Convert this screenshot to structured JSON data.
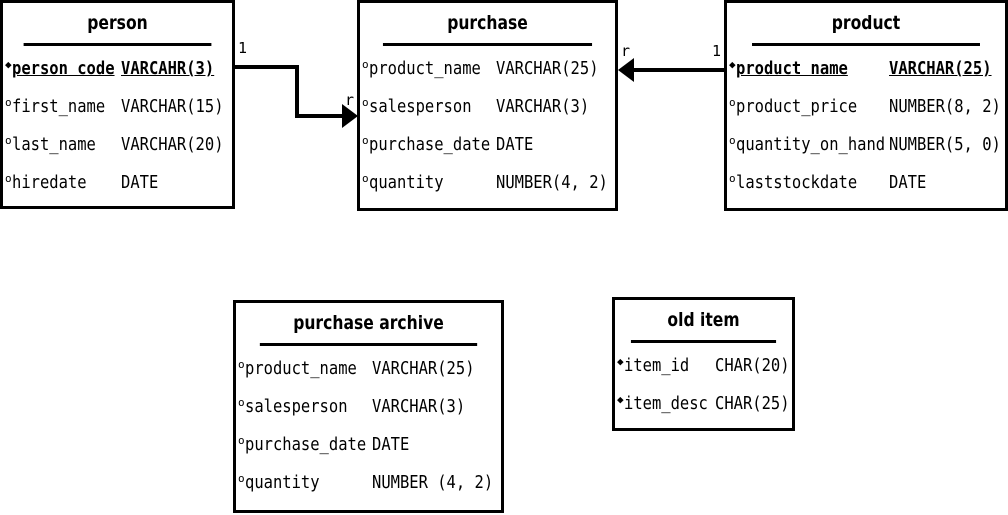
{
  "entities": {
    "person": {
      "title": "person",
      "rows": [
        {
          "name": "person code",
          "type": "VARCAHR(3)",
          "key": true,
          "bullet": "◆"
        },
        {
          "name": "first_name",
          "type": "VARCHAR(15)",
          "key": false,
          "bullet": "o"
        },
        {
          "name": "last_name",
          "type": "VARCHAR(20)",
          "key": false,
          "bullet": "o"
        },
        {
          "name": "hiredate",
          "type": "DATE",
          "key": false,
          "bullet": "o"
        }
      ]
    },
    "purchase": {
      "title": "purchase",
      "rows": [
        {
          "name": "product_name",
          "type": "VARCHAR(25)",
          "key": false,
          "bullet": "o"
        },
        {
          "name": "salesperson",
          "type": "VARCHAR(3)",
          "key": false,
          "bullet": "o"
        },
        {
          "name": "purchase_date",
          "type": "DATE",
          "key": false,
          "bullet": "o"
        },
        {
          "name": "quantity",
          "type": "NUMBER(4, 2)",
          "key": false,
          "bullet": "o"
        }
      ]
    },
    "product": {
      "title": "product",
      "rows": [
        {
          "name": "product name",
          "type": "VARCHAR(25)",
          "key": true,
          "bullet": "◆"
        },
        {
          "name": "product_price",
          "type": "NUMBER(8, 2)",
          "key": false,
          "bullet": "o"
        },
        {
          "name": "quantity_on_hand",
          "type": "NUMBER(5, 0)",
          "key": false,
          "bullet": "o"
        },
        {
          "name": "laststockdate",
          "type": "DATE",
          "key": false,
          "bullet": "o"
        }
      ]
    },
    "purchase_archive": {
      "title": "purchase archive",
      "rows": [
        {
          "name": "product_name",
          "type": "VARCHAR(25)",
          "key": false,
          "bullet": "o"
        },
        {
          "name": "salesperson",
          "type": "VARCHAR(3)",
          "key": false,
          "bullet": "o"
        },
        {
          "name": "purchase_date",
          "type": "DATE",
          "key": false,
          "bullet": "o"
        },
        {
          "name": "quantity",
          "type": "NUMBER (4, 2)",
          "key": false,
          "bullet": "o"
        }
      ]
    },
    "old_item": {
      "title": "old item",
      "rows": [
        {
          "name": "item_id",
          "type": "CHAR(20)",
          "key": false,
          "bullet": "◆"
        },
        {
          "name": "item_desc",
          "type": "CHAR(25)",
          "key": false,
          "bullet": "◆"
        }
      ]
    }
  },
  "relationships": [
    {
      "from": "person",
      "to": "purchase",
      "from_cardinality": "1",
      "to_cardinality": "r"
    },
    {
      "from": "product",
      "to": "purchase",
      "from_cardinality": "1",
      "to_cardinality": "r"
    }
  ]
}
